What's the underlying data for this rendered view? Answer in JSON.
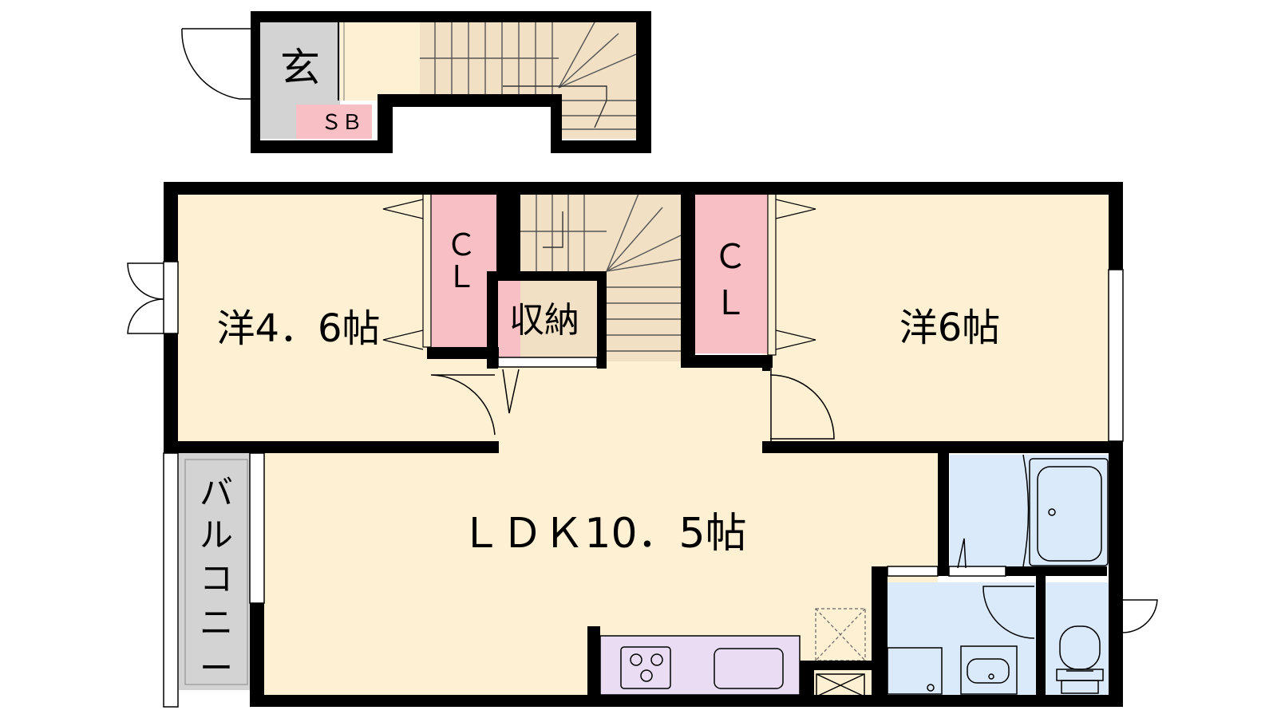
{
  "colors": {
    "room": "#fdf0d3",
    "entrance": "#d3d3d3",
    "storage": "#f8bfc4",
    "stairs": "#f1e0c4",
    "bath": "#dbeafb",
    "kitchen": "#eadcf2",
    "balcony": "#d3d3d3",
    "wall": "#000000"
  },
  "labels": {
    "entrance": "玄",
    "shoe_box": "ＳＢ",
    "room_west": "洋4．6帖",
    "closet_1": [
      "Ｃ",
      "Ｌ"
    ],
    "storage": "収納",
    "closet_2": [
      "Ｃ",
      "Ｌ"
    ],
    "room_east": "洋6帖",
    "ldk": "ＬＤＫ10．5帖",
    "balcony": [
      "バ",
      "ル",
      "コ",
      "ニ",
      "ー"
    ]
  },
  "icons": [
    "door-icon",
    "stairs-icon",
    "stove-icon",
    "sink-icon",
    "bathtub-icon",
    "toilet-icon",
    "washbasin-icon",
    "washer-icon",
    "fridge-space-icon"
  ]
}
